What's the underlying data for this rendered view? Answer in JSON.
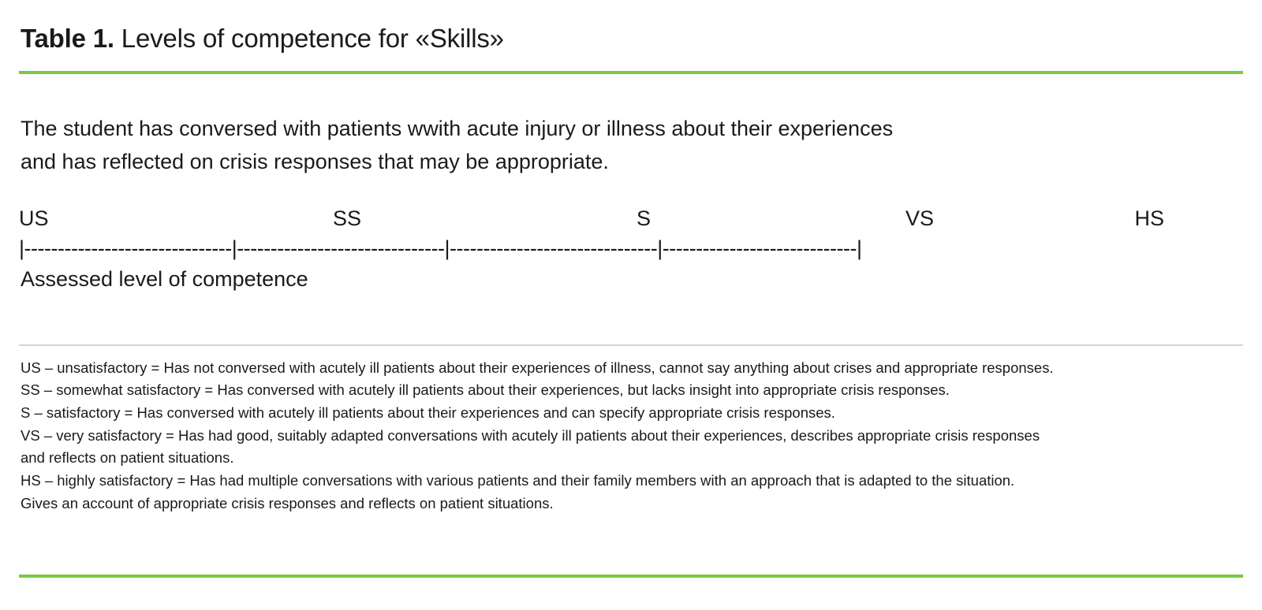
{
  "title": {
    "label": "Table 1.",
    "rest": " Levels of competence for «Skills»"
  },
  "statement": {
    "line1": "The student has conversed with patients wwith acute injury or illness about their experiences",
    "line2": "and has reflected on crisis responses that may be appropriate."
  },
  "scale": {
    "labels": [
      "US",
      "SS",
      "S",
      "VS",
      "HS"
    ],
    "ruler": "|-------------------------------|-------------------------------|-------------------------------|-----------------------------|",
    "caption": "Assessed level of competence"
  },
  "legend": {
    "lines": [
      "US – unsatisfactory = Has not conversed with acutely ill patients about their experiences of illness, cannot say anything about crises and appropriate responses.",
      "SS – somewhat satisfactory = Has conversed with acutely ill patients about their experiences, but lacks insight into appropriate crisis responses.",
      "S – satisfactory = Has conversed with acutely ill patients about their experiences and can specify appropriate crisis responses.",
      "VS – very satisfactory = Has had good, suitably adapted conversations with acutely ill patients about their experiences, describes appropriate crisis responses",
      "and reflects on patient situations.",
      "HS – highly satisfactory = Has had multiple conversations with various patients and their family members with an approach that is adapted to the situation.",
      "Gives an account of appropriate crisis responses and reflects on patient situations."
    ]
  },
  "colors": {
    "accent_green": "#7ac943",
    "rule_gray": "#d4d4d4",
    "text": "#1a1a1a"
  }
}
